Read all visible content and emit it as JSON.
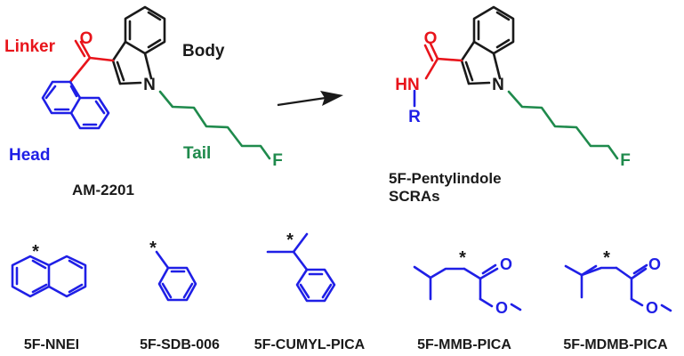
{
  "colors": {
    "head": "#1f1fe6",
    "linker": "#e8141b",
    "tail": "#1f8a4c",
    "body": "#1a1a1a"
  },
  "top": {
    "labels": {
      "linker": "Linker",
      "body": "Body",
      "head": "Head",
      "tail": "Tail",
      "fluorine": "F",
      "oxygen": "O",
      "nitrogen": "N",
      "compound": "AM-2201"
    },
    "product": {
      "amide_nh": "HN",
      "r_group": "R",
      "oxygen": "O",
      "nitrogen": "N",
      "fluorine": "F",
      "title_line1": "5F-Pentylindole",
      "title_line2": "SCRAs"
    }
  },
  "bottom": {
    "asterisk": "*",
    "compounds": [
      {
        "name": "5F-NNEI"
      },
      {
        "name": "5F-SDB-006"
      },
      {
        "name": "5F-CUMYL-PICA"
      },
      {
        "name": "5F-MMB-PICA",
        "carbonyl_o": "O",
        "ester_o": "O"
      },
      {
        "name": "5F-MDMB-PICA",
        "carbonyl_o": "O",
        "ester_o": "O"
      }
    ]
  }
}
